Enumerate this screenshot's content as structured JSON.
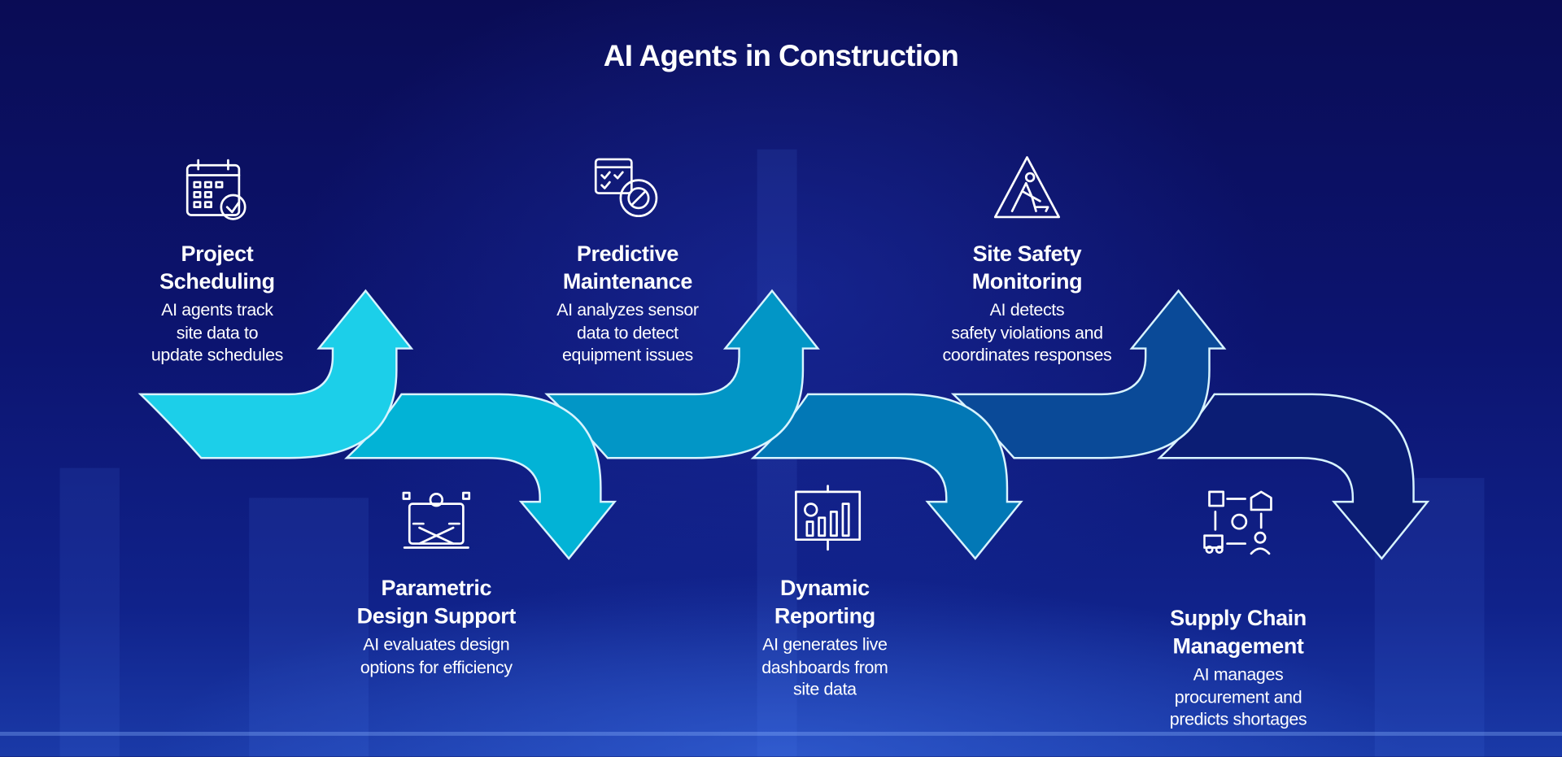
{
  "title": "AI Agents in Construction",
  "colors": {
    "arrow1": "#1ccfe9",
    "arrow2": "#02b3d6",
    "arrow3": "#0296c6",
    "arrow4": "#0278b6",
    "arrow5": "#0a4a98",
    "arrow6": "#0b1d74",
    "outline": "#d8f4ff"
  },
  "steps": [
    {
      "icon": "calendar-check-icon",
      "title_lines": [
        "Project",
        "Scheduling"
      ],
      "desc_lines": [
        "AI agents track",
        "site data to",
        "update schedules"
      ]
    },
    {
      "icon": "design-laptop-icon",
      "title_lines": [
        "Parametric",
        "Design Support"
      ],
      "desc_lines": [
        "AI evaluates design",
        "options for efficiency"
      ]
    },
    {
      "icon": "calendar-gear-wrench-icon",
      "title_lines": [
        "Predictive",
        "Maintenance"
      ],
      "desc_lines": [
        "AI analyzes sensor",
        "data to detect",
        "equipment issues"
      ]
    },
    {
      "icon": "presentation-chart-icon",
      "title_lines": [
        "Dynamic",
        "Reporting"
      ],
      "desc_lines": [
        "AI generates live",
        "dashboards from",
        "site data"
      ]
    },
    {
      "icon": "construction-warning-icon",
      "title_lines": [
        "Site Safety",
        "Monitoring"
      ],
      "desc_lines": [
        "AI detects",
        "safety violations and",
        "coordinates responses"
      ]
    },
    {
      "icon": "supply-chain-icon",
      "title_lines": [
        "Supply Chain",
        "Management"
      ],
      "desc_lines": [
        "AI manages",
        "procurement and",
        "predicts shortages"
      ]
    }
  ]
}
